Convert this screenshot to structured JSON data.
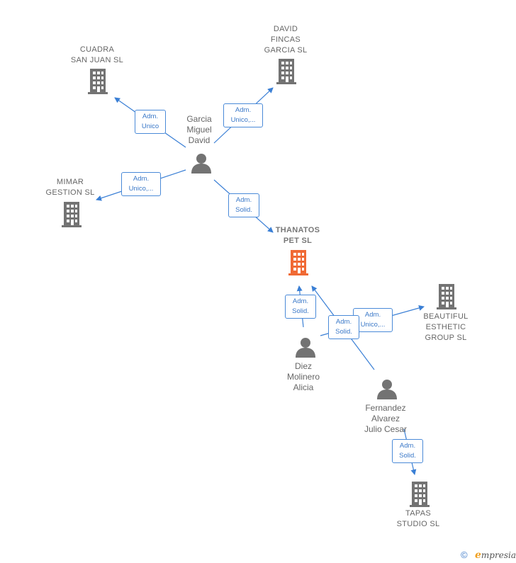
{
  "companies": {
    "cuadra": "CUADRA\nSAN JUAN  SL",
    "david_fincas": "DAVID\nFINCAS\nGARCIA  SL",
    "mimar": "MIMAR\nGESTION  SL",
    "thanatos": "THANATOS\nPET  SL",
    "beautiful": "BEAUTIFUL\nESTHETIC\nGROUP  SL",
    "tapas": "TAPAS\nSTUDIO SL"
  },
  "persons": {
    "garcia": "Garcia\nMiguel\nDavid",
    "diez": "Diez\nMolinero\nAlicia",
    "fernandez": "Fernandez\nAlvarez\nJulio Cesar"
  },
  "relations": {
    "garcia_cuadra": "Adm.\nUnico",
    "garcia_david": "Adm.\nUnico,...",
    "garcia_mimar": "Adm.\nUnico,...",
    "garcia_thanatos": "Adm.\nSolid.",
    "diez_thanatos": "Adm.\nSolid.",
    "fernandez_thanatos": "Adm.\nSolid.",
    "fernandez_beautiful": "Adm.\nUnico,...",
    "fernandez_tapas": "Adm.\nSolid."
  },
  "colors": {
    "edge": "#3a7fd5",
    "company_icon": "#737373",
    "focus_icon": "#f06a35",
    "person_icon": "#737373"
  },
  "footer": {
    "copyright": "©",
    "brand_initial": "e",
    "brand_rest": "mpresia"
  }
}
